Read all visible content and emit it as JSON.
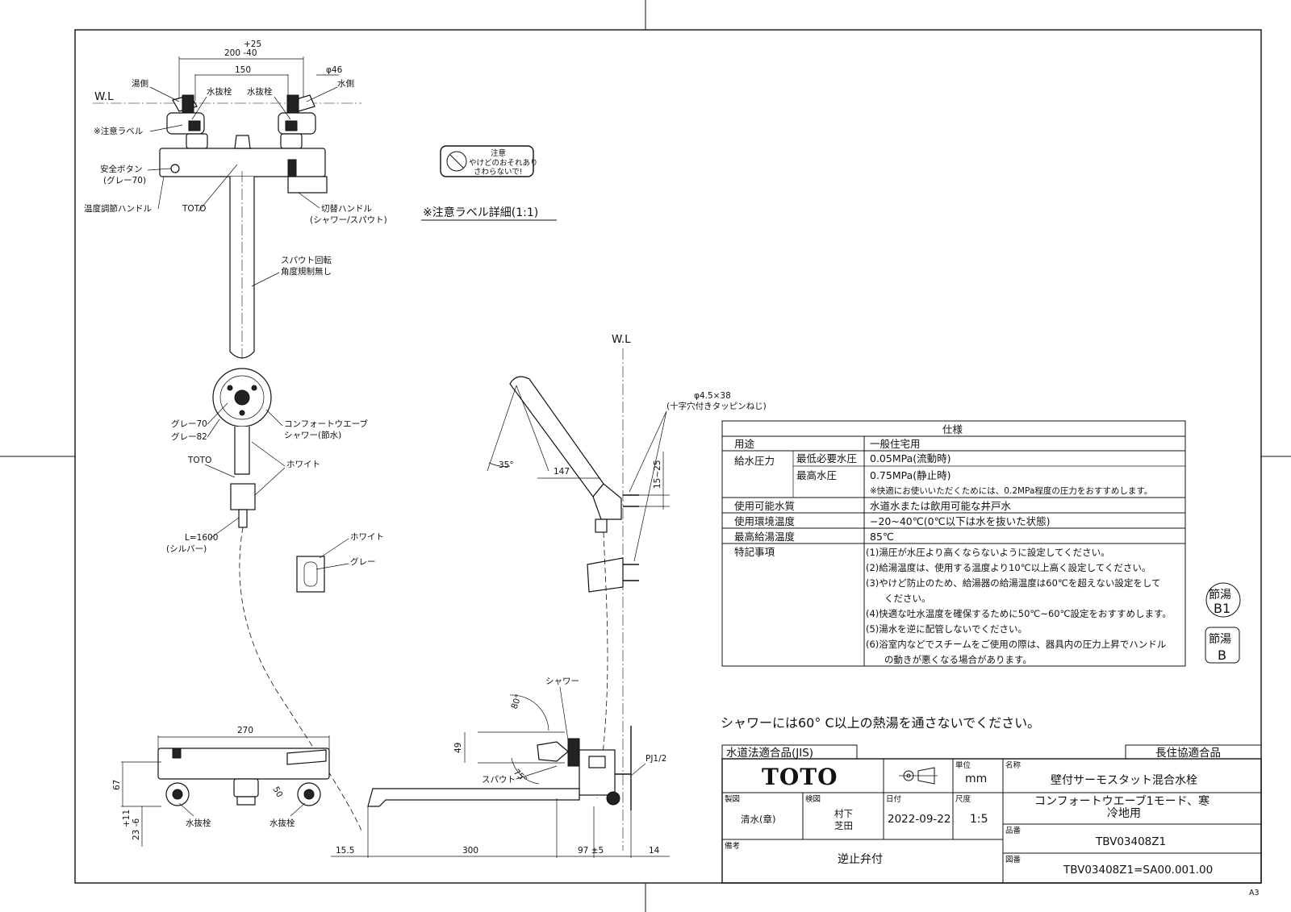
{
  "drawing": {
    "wl_label": "W.L",
    "dims": {
      "pitch_top": "+25",
      "pitch_main": "200 -40",
      "pitch_150": "150",
      "dia46": "φ46",
      "d270": "270",
      "d67": "67",
      "d11_6": "+11",
      "d23": "23 -6",
      "d50": "50",
      "d49": "49",
      "d155": "15.5",
      "d300": "300",
      "d97": "97 ±5",
      "d14": "14",
      "d147": "147",
      "d15_25": "15~25",
      "angle35": "35°",
      "angle80": "80°",
      "angle75": "75°",
      "pj": "PJ1/2",
      "screw": "φ4.5×38",
      "screw_note": "(十字穴付きタッピンねじ)"
    },
    "labels": {
      "hot_side": "湯側",
      "cold_side": "水側",
      "drain_plug_left": "水抜栓",
      "drain_plug_right": "水抜栓",
      "caution_label": "※注意ラベル",
      "safety_button": "安全ボタン",
      "safety_button_color": "(グレー70)",
      "temp_handle": "温度調節ハンドル",
      "toto_mark": "TOTO",
      "switch_handle": "切替ハンドル",
      "switch_handle_mode": "(シャワー/スパウト)",
      "label_detail": "※注意ラベル詳細(1:1)",
      "spout_rotation": "スパウト回転",
      "spout_rotation_2": "角度規制無し",
      "gray70": "グレー70",
      "gray82": "グレー82",
      "comfort_wave": "コンフォートウエーブ",
      "shower_save": "シャワー(節水)",
      "toto_head": "TOTO",
      "white_head": "ホワイト",
      "hose_length": "L=1600",
      "hose_color": "(シルバー)",
      "holder_white": "ホワイト",
      "holder_gray": "グレー",
      "shower": "シャワー",
      "spout": "スパウト",
      "drain_bottom_left": "水抜栓",
      "drain_bottom_right": "水抜栓",
      "caution_title": "注意",
      "caution_line1": "やけどのおそれあり",
      "caution_line2": "さわらないで!"
    },
    "warning": "シャワーには60° C以上の熱湯を通さないでください。",
    "sheet_size": "A3"
  },
  "spec": {
    "title": "仕様",
    "rows": [
      {
        "label": "用途",
        "sub": "",
        "value": "一般住宅用"
      },
      {
        "label": "給水圧力",
        "sub": "最低必要水圧",
        "value": "0.05MPa(流動時)"
      },
      {
        "label": "",
        "sub": "最高水圧",
        "value": "0.75MPa(静止時)"
      },
      {
        "label": "",
        "sub": "",
        "value": "※快適にお使いいただくためには、0.2MPa程度の圧力をおすすめします。"
      },
      {
        "label": "使用可能水質",
        "sub": "",
        "value": "水道水または飲用可能な井戸水"
      },
      {
        "label": "使用環境温度",
        "sub": "",
        "value": "−20~40℃(0℃以下は水を抜いた状態)"
      },
      {
        "label": "最高給湯温度",
        "sub": "",
        "value": "85℃"
      }
    ],
    "notes_label": "特記事項",
    "notes": [
      "(1)湯圧が水圧より高くならないように設定してください。",
      "(2)給湯温度は、使用する温度より10℃以上高く設定してください。",
      "(3)やけど防止のため、給湯器の給湯温度は60℃を超えない設定をして",
      "　　ください。",
      "(4)快適な吐水温度を確保するために50℃~60℃設定をおすすめします。",
      "(5)湯水を逆に配管しないでください。",
      "(6)浴室内などでスチームをご使用の際は、器具内の圧力上昇でハンドル",
      "　　の動きが悪くなる場合があります。"
    ]
  },
  "marks": {
    "b1_top": "節湯",
    "b1_bottom": "B1",
    "b_top": "節湯",
    "b_bottom": "B"
  },
  "title_block": {
    "jis_label": "水道法適合品(JIS)",
    "choju_label": "長住協適合品",
    "logo": "TOTO",
    "unit_label": "単位",
    "unit": "mm",
    "name_label": "名称",
    "name_1": "壁付サーモスタット混合水栓",
    "name_2": "コンフォートウエーブ1モード、寒",
    "name_3": "冷地用",
    "drawn_label": "製図",
    "drawn_by": "清水(章)",
    "checked_label": "検図",
    "checked_1": "村下",
    "checked_2": "芝田",
    "date_label": "日付",
    "date": "2022-09-22",
    "scale_label": "尺度",
    "scale": "1:5",
    "part_label": "品番",
    "part_no": "TBV03408Z1",
    "remarks_label": "備考",
    "remarks": "逆止弁付",
    "drawing_label": "図番",
    "drawing_no": "TBV03408Z1=SA00.001.00"
  }
}
